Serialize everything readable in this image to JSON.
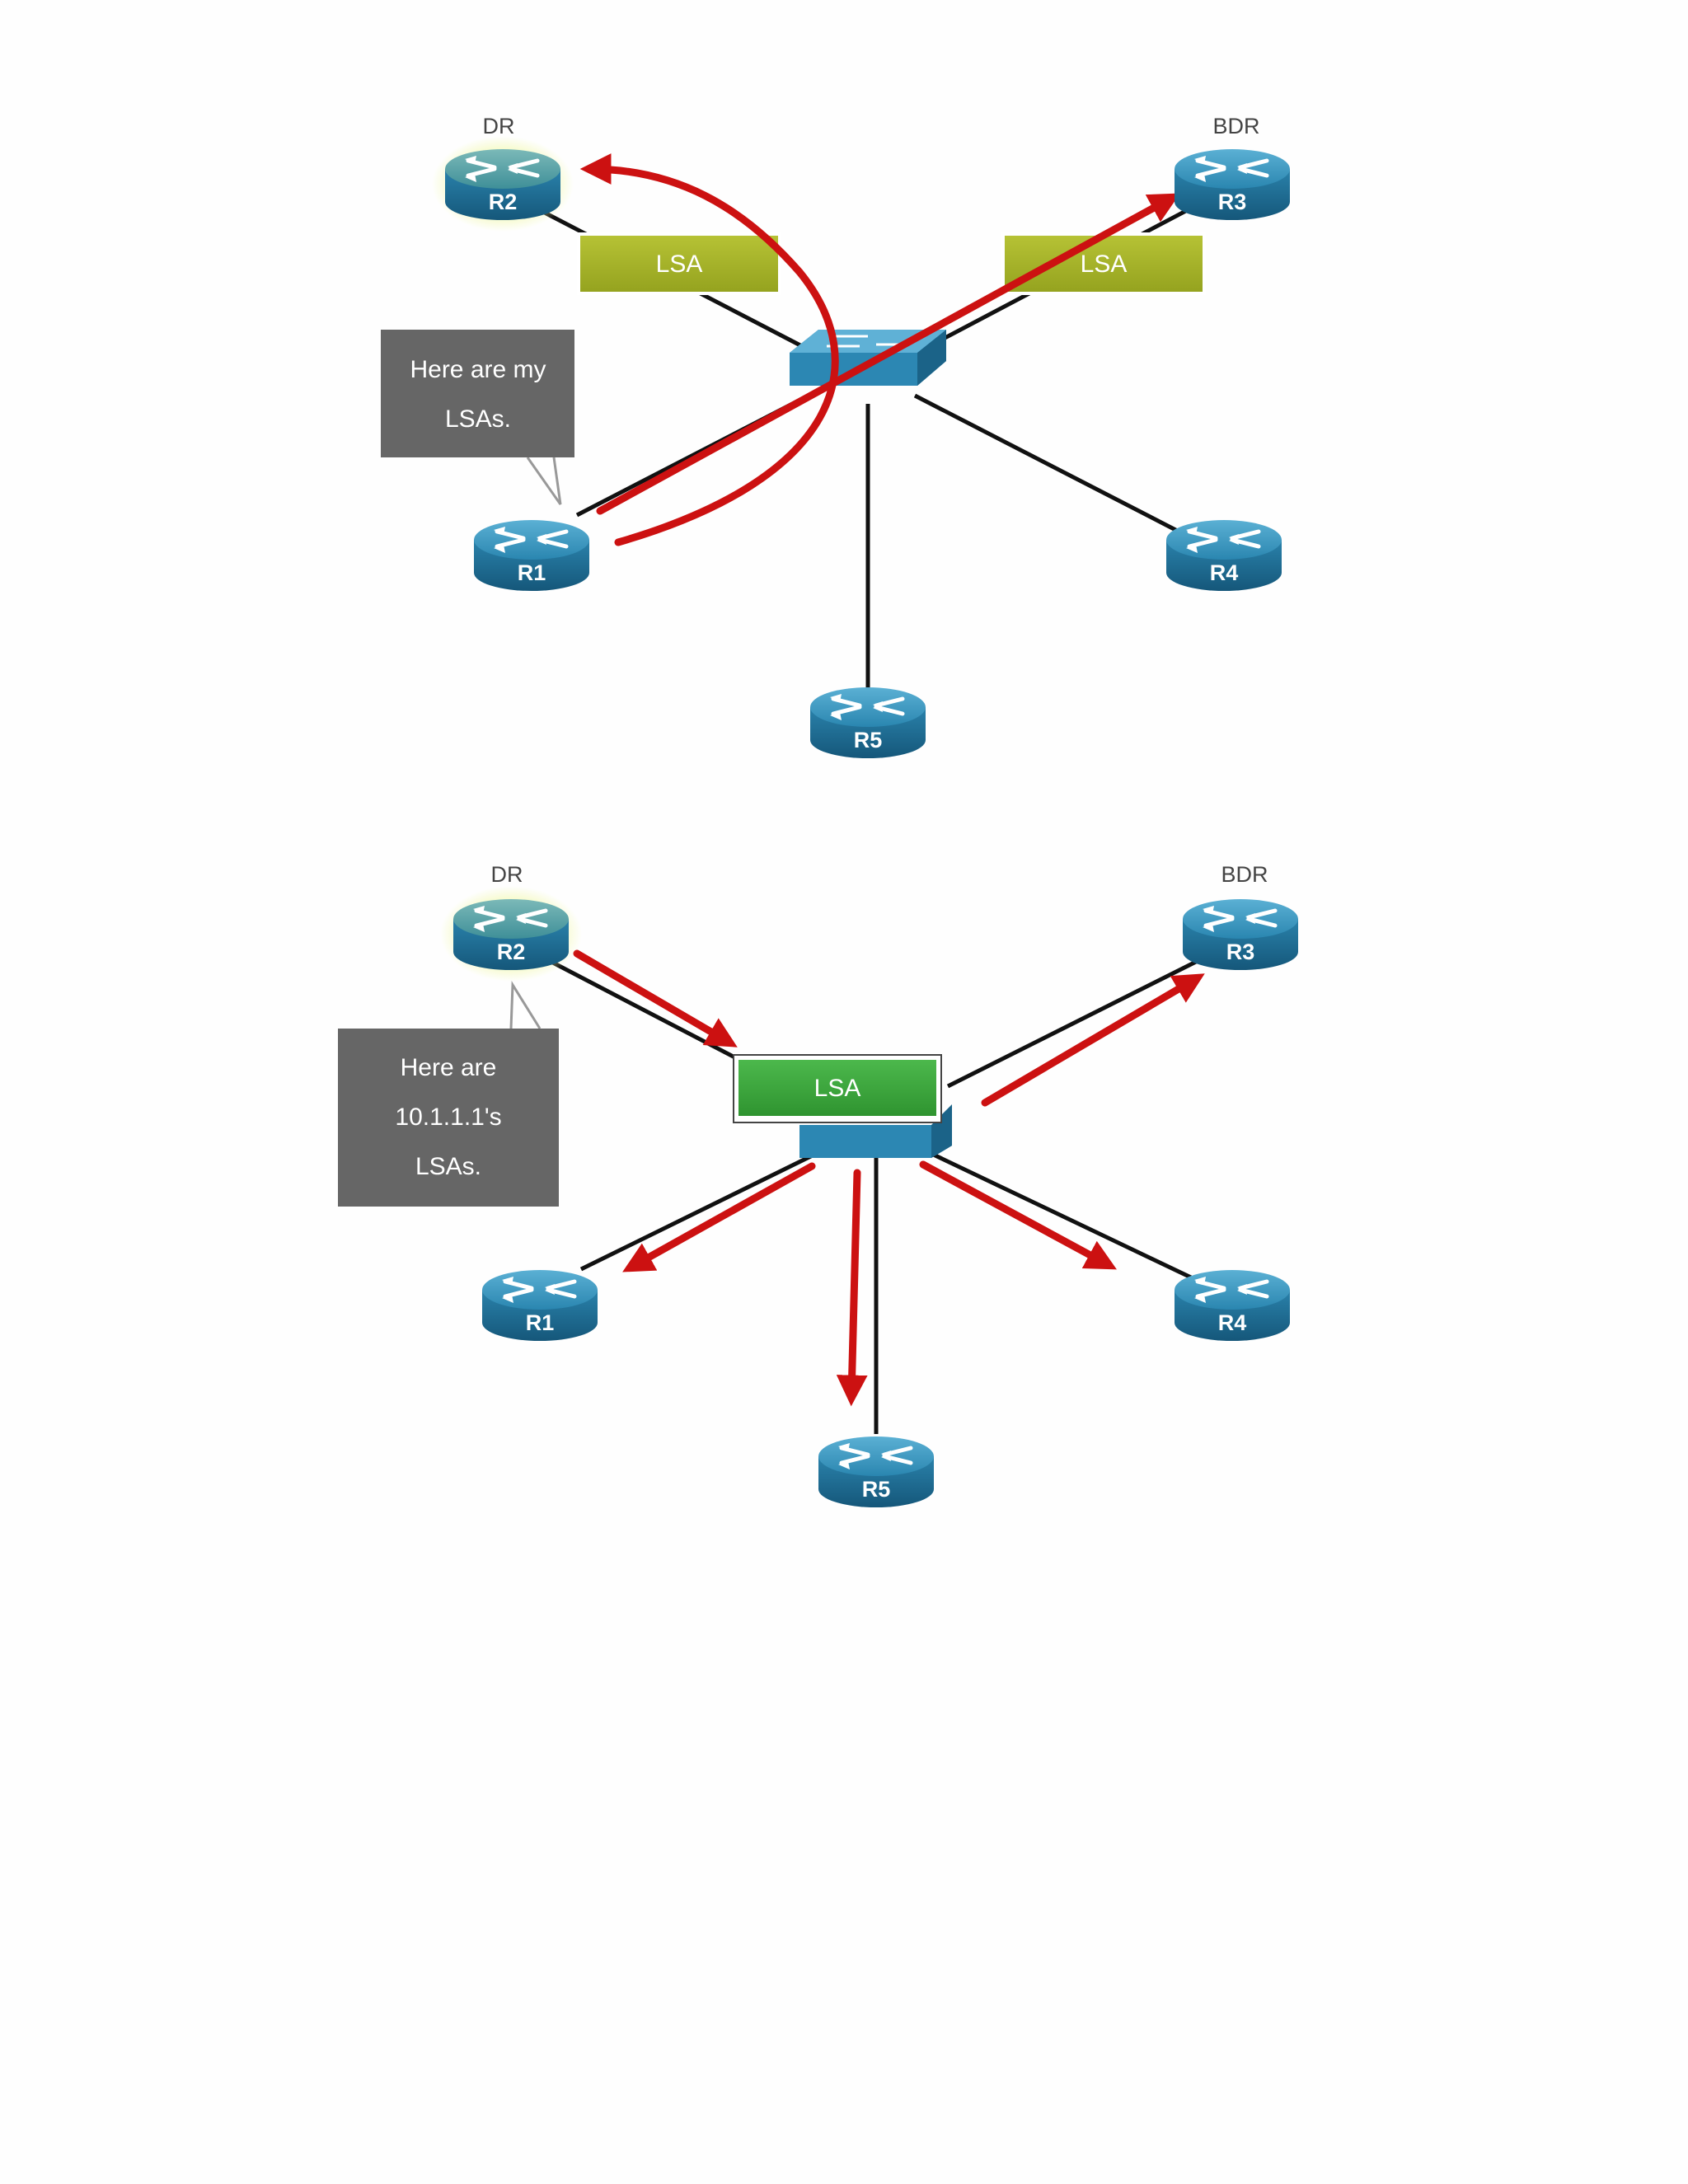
{
  "colors": {
    "background": "#fefefe",
    "router_body": "#1e6f96",
    "router_top": "#3a96bf",
    "router_dr_glow": "#e9f5a0",
    "switch_body": "#2c87b3",
    "lsa_box_panel1": "#a8b52b",
    "lsa_box_panel2": "#3ca43c",
    "callout_bg": "#666666",
    "flood_arrow": "#cc1111",
    "link": "#111111"
  },
  "icons": {
    "router": "router-icon",
    "switch": "switch-icon",
    "arrow": "arrow-icon"
  },
  "panel1": {
    "dr_label": "DR",
    "bdr_label": "BDR",
    "routers": [
      "R2",
      "R3",
      "R1",
      "R4",
      "R5"
    ],
    "lsa_left": "LSA",
    "lsa_right": "LSA",
    "callout_line1": "Here are my",
    "callout_line2": "LSAs."
  },
  "panel2": {
    "dr_label": "DR",
    "bdr_label": "BDR",
    "routers": [
      "R2",
      "R3",
      "R1",
      "R4",
      "R5"
    ],
    "lsa": "LSA",
    "callout_line1": "Here are",
    "callout_line2": "10.1.1.1's",
    "callout_line3": "LSAs."
  }
}
